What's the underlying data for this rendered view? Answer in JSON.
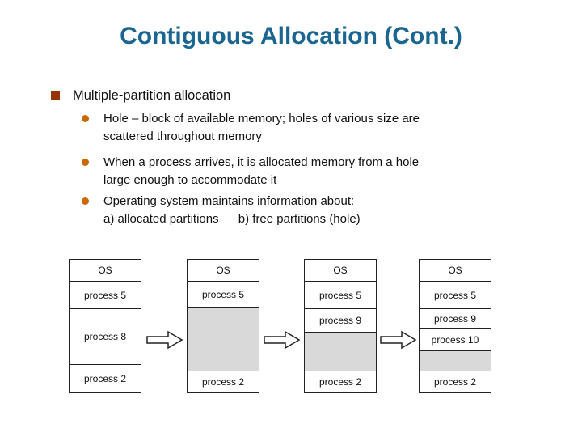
{
  "title": {
    "text": "Contiguous Allocation (Cont.)",
    "color": "#1a6690"
  },
  "bullets": {
    "main": "Multiple-partition allocation",
    "sub": [
      {
        "lines": [
          "Hole – block of available memory; holes of various size are",
          "scattered throughout memory"
        ]
      },
      {
        "lines": [
          "When a process arrives, it is allocated memory from a hole",
          "large enough to accommodate it"
        ]
      },
      {
        "lines": [
          "Operating system maintains information about:"
        ],
        "line2_parts": [
          "a) allocated partitions",
          "b) free partitions (hole)"
        ]
      }
    ]
  },
  "colors": {
    "title": "#1a6690",
    "bullet_square": "#993300",
    "bullet_dot": "#cc6600",
    "hole_fill": "#d9d9d9",
    "box_border": "#222222"
  },
  "memory_diagrams": {
    "columns": [
      {
        "segments": [
          {
            "label": "OS",
            "height": 27,
            "hole": false
          },
          {
            "label": "process 5",
            "height": 34,
            "hole": false
          },
          {
            "label": "process 8",
            "height": 69,
            "hole": false
          },
          {
            "label": "process 2",
            "height": 34,
            "hole": false
          }
        ]
      },
      {
        "segments": [
          {
            "label": "OS",
            "height": 27,
            "hole": false
          },
          {
            "label": "process 5",
            "height": 32,
            "hole": false
          },
          {
            "label": "",
            "height": 79,
            "hole": true
          },
          {
            "label": "process 2",
            "height": 26,
            "hole": false
          }
        ]
      },
      {
        "segments": [
          {
            "label": "OS",
            "height": 27,
            "hole": false
          },
          {
            "label": "process 5",
            "height": 34,
            "hole": false
          },
          {
            "label": "process 9",
            "height": 29,
            "hole": false
          },
          {
            "label": "",
            "height": 48,
            "hole": true
          },
          {
            "label": "process 2",
            "height": 26,
            "hole": false
          }
        ]
      },
      {
        "segments": [
          {
            "label": "OS",
            "height": 27,
            "hole": false
          },
          {
            "label": "process 5",
            "height": 34,
            "hole": false
          },
          {
            "label": "process 9",
            "height": 24,
            "hole": false
          },
          {
            "label": "process 10",
            "height": 28,
            "hole": false
          },
          {
            "label": "",
            "height": 25,
            "hole": true
          },
          {
            "label": "process 2",
            "height": 26,
            "hole": false
          }
        ]
      }
    ],
    "arrows": 3
  }
}
